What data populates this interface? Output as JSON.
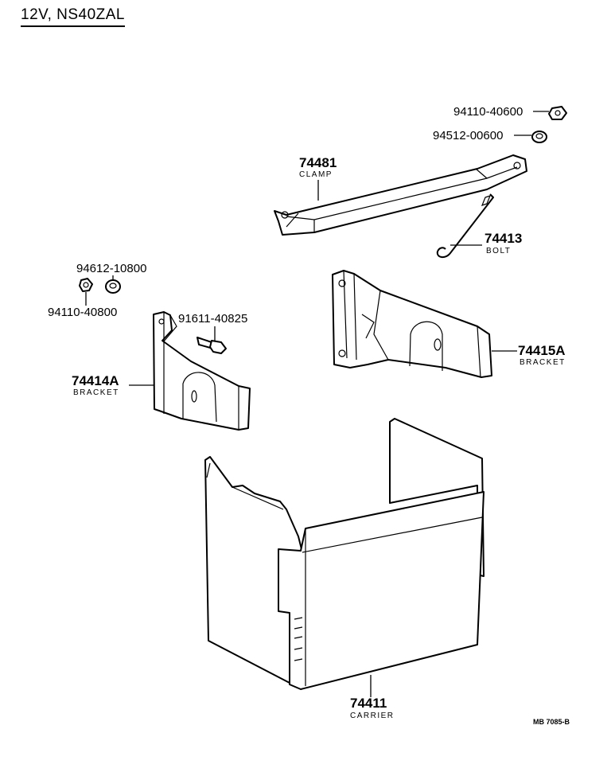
{
  "title": "12V, NS40ZAL",
  "parts": {
    "nut_top": {
      "number": "94110-40600"
    },
    "washer_top": {
      "number": "94512-00600"
    },
    "clamp": {
      "number": "74481",
      "name": "CLAMP"
    },
    "bolt_hook": {
      "number": "74413",
      "name": "BOLT"
    },
    "washer_left": {
      "number": "94612-10800"
    },
    "nut_left": {
      "number": "94110-40800"
    },
    "bolt_small": {
      "number": "91611-40825"
    },
    "bracket_right": {
      "number": "74415A",
      "name": "BRACKET"
    },
    "bracket_left": {
      "number": "74414A",
      "name": "BRACKET"
    },
    "carrier": {
      "number": "74411",
      "name": "CARRIER"
    }
  },
  "figure_ref": "MB 7085-B"
}
